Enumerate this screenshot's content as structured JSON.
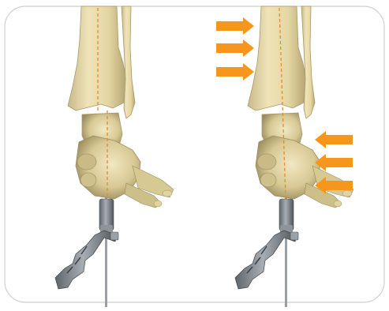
{
  "figure": {
    "panels": [
      {
        "id": "left",
        "arrows": [],
        "alignment_line": "dashed-orange"
      },
      {
        "id": "right",
        "arrows": [
          {
            "direction": "right",
            "group": "tibia"
          },
          {
            "direction": "right",
            "group": "tibia"
          },
          {
            "direction": "right",
            "group": "tibia"
          },
          {
            "direction": "left",
            "group": "hindfoot"
          },
          {
            "direction": "left",
            "group": "hindfoot"
          },
          {
            "direction": "left",
            "group": "hindfoot"
          }
        ],
        "alignment_line": "dashed-orange"
      }
    ],
    "colors": {
      "bone": "#e8dcaa",
      "bone_shadow": "#b9a978",
      "arrow": "#f7961d",
      "dashed_line": "#e8892a",
      "metal": "#7d8489",
      "frame_border": "#cfcfcf"
    }
  }
}
